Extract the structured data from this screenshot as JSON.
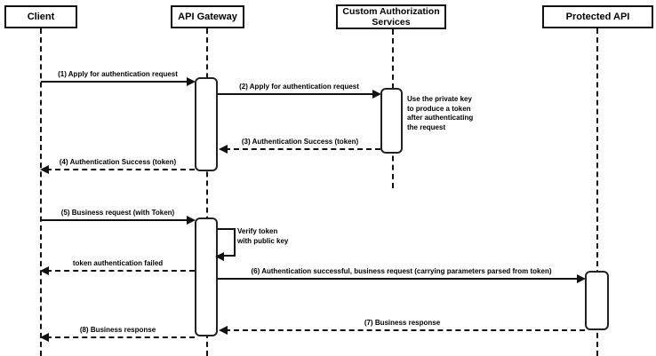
{
  "diagram": {
    "kind": "uml-sequence-diagram",
    "colors": {
      "line": "#111111",
      "fill": "#ffffff",
      "text": "#000000",
      "background": "#ffffff"
    },
    "actors": [
      {
        "name": "Client"
      },
      {
        "name": "API Gateway"
      },
      {
        "name": "Custom Authorization\nServices"
      },
      {
        "name": "Protected API"
      }
    ],
    "messages": [
      {
        "label": "(1) Apply for authentication request",
        "from": "Client",
        "to": "API Gateway",
        "line": "solid"
      },
      {
        "label": "(2) Apply for authentication request",
        "from": "API Gateway",
        "to": "Custom Authorization Services",
        "line": "solid"
      },
      {
        "label": "(3) Authentication Success (token)",
        "from": "Custom Authorization Services",
        "to": "API Gateway",
        "line": "dashed"
      },
      {
        "label": "(4) Authentication Success (token)",
        "from": "API Gateway",
        "to": "Client",
        "line": "dashed"
      },
      {
        "label": "(5) Business request (with Token)",
        "from": "Client",
        "to": "API Gateway",
        "line": "solid"
      },
      {
        "label": "token authentication failed",
        "from": "API Gateway",
        "to": "Client",
        "line": "dashed"
      },
      {
        "label": "(6) Authentication successful, business request (carrying parameters parsed from token)",
        "from": "API Gateway",
        "to": "Protected API",
        "line": "solid"
      },
      {
        "label": "(7) Business response",
        "from": "Protected API",
        "to": "API Gateway",
        "line": "dashed"
      },
      {
        "label": "(8) Business response",
        "from": "API Gateway",
        "to": "Client",
        "line": "dashed"
      }
    ],
    "self_message": {
      "label": "Verify token\nwith public key",
      "actor": "API Gateway"
    },
    "note": {
      "text": "Use the private key to produce a token after authenticating the request",
      "attached_to": "Custom Authorization Services"
    }
  }
}
